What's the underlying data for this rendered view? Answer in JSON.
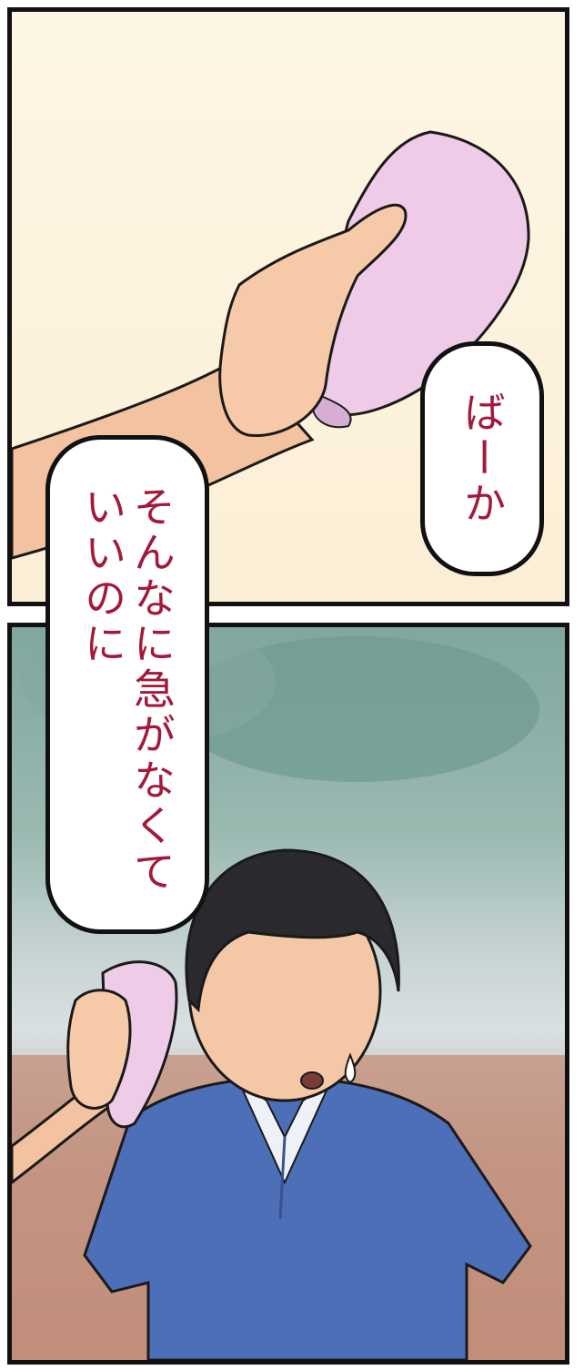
{
  "panels": [
    {
      "name": "hand-with-towel"
    },
    {
      "name": "boy-wiping-sweat"
    }
  ],
  "dialogue": {
    "bubble_1": "ばーか",
    "bubble_2": "そんなに急がなくて\nいいのに"
  },
  "colors": {
    "text": "#a3193a",
    "towel": "#eecbe7",
    "skin": "#f6c9a8",
    "shirt": "#4d6fb8",
    "hair": "#2a2a2e"
  }
}
